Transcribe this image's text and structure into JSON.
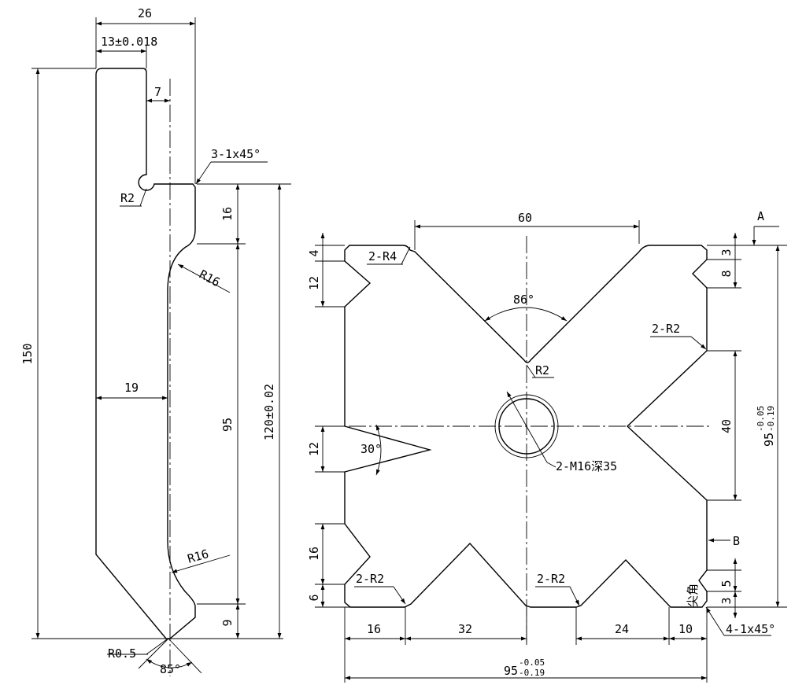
{
  "left_view": {
    "dim_26": "26",
    "dim_13": "13±0.018",
    "dim_7": "7",
    "chamfer": "3-1x45°",
    "r2": "R2",
    "dim_16": "16",
    "r16_top": "R16",
    "dim_150": "150",
    "dim_19": "19",
    "dim_95": "95",
    "dim_120": "120±0.02",
    "r16_bottom": "R16",
    "dim_9": "9",
    "r05": "R0.5",
    "angle_85": "85°"
  },
  "right_view": {
    "dim_60": "60",
    "label_a": "A",
    "r4": "2-R4",
    "dim_4": "4",
    "dim_3_top": "3",
    "dim_8": "8",
    "dim_12_top": "12",
    "angle_86": "86°",
    "r2_vee": "R2",
    "r2_right": "2-R2",
    "dim_40": "40",
    "dim_95_base": "95",
    "dim_95_sup": "-0.05",
    "dim_95_sub": "-0.19",
    "dim_12_mid": "12",
    "angle_30": "30°",
    "thread": "2-M16深35",
    "label_b": "B",
    "dim_16_left": "16",
    "dim_5": "5",
    "dim_3_bottom": "3",
    "dim_6": "6",
    "r2_bottom_left": "2-R2",
    "r2_bottom_mid": "2-R2",
    "sharp_corner": "尖角",
    "dim_16_bottom": "16",
    "dim_32": "32",
    "dim_24": "24",
    "dim_10": "10",
    "chamfer_4": "4-1x45°",
    "overall_base": "95",
    "overall_sup": "-0.05",
    "overall_sub": "-0.19"
  }
}
